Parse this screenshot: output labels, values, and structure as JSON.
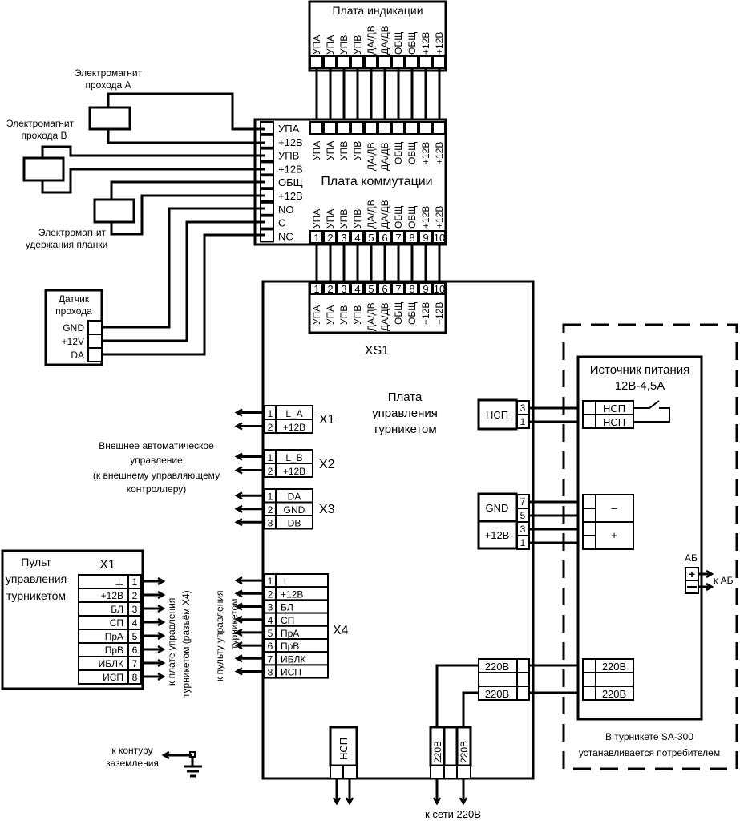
{
  "indication_board": {
    "title": "Плата индикации",
    "pins": [
      "УПА",
      "УПА",
      "УПВ",
      "УПВ",
      "ДА/ДВ",
      "ДА/ДВ",
      "ОБЩ",
      "ОБЩ",
      "+12В",
      "+12В"
    ]
  },
  "switch_board": {
    "title": "Плата коммутации",
    "left_pins": [
      "УПА",
      "+12В",
      "УПВ",
      "+12В",
      "ОБЩ",
      "+12В",
      "NO",
      "C",
      "NC"
    ],
    "top_pins": [
      "УПА",
      "УПА",
      "УПВ",
      "УПВ",
      "ДА/ДВ",
      "ДА/ДВ",
      "ОБЩ",
      "ОБЩ",
      "+12В",
      "+12В"
    ],
    "bottom_pins": [
      "УПА",
      "УПА",
      "УПВ",
      "УПВ",
      "ДА/ДВ",
      "ДА/ДВ",
      "ОБЩ",
      "ОБЩ",
      "+12В",
      "+12В"
    ],
    "numbers": [
      "1",
      "2",
      "3",
      "4",
      "5",
      "6",
      "7",
      "8",
      "9",
      "10"
    ]
  },
  "magnets": {
    "a": [
      "Электромагнит",
      "прохода А"
    ],
    "b": [
      "Электромагнит",
      "прохода В"
    ],
    "hold": [
      "Электромагнит",
      "удержания планки"
    ]
  },
  "sensor": {
    "title": [
      "Датчик",
      "прохода"
    ],
    "pins": [
      "GND",
      "+12V",
      "DA"
    ]
  },
  "control_board": {
    "title": [
      "Плата",
      "управления",
      "турникетом"
    ],
    "xs1": {
      "label": "XS1",
      "numbers": [
        "1",
        "2",
        "3",
        "4",
        "5",
        "6",
        "7",
        "8",
        "9",
        "10"
      ],
      "pins": [
        "УПА",
        "УПА",
        "УПВ",
        "УПВ",
        "ДА/ДВ",
        "ДА/ДВ",
        "ОБЩ",
        "ОБЩ",
        "+12В",
        "+12В"
      ]
    },
    "x1": {
      "label": "X1",
      "numbers": [
        "1",
        "2"
      ],
      "pins": [
        "L_A",
        "+12В"
      ]
    },
    "x2": {
      "label": "X2",
      "numbers": [
        "1",
        "2"
      ],
      "pins": [
        "L_B",
        "+12В"
      ]
    },
    "x3": {
      "label": "X3",
      "numbers": [
        "1",
        "2",
        "3"
      ],
      "pins": [
        "DA",
        "GND",
        "DB"
      ]
    },
    "x4": {
      "label": "X4",
      "numbers": [
        "1",
        "2",
        "3",
        "4",
        "5",
        "6",
        "7",
        "8"
      ],
      "pins": [
        "⊥",
        "+12В",
        "БЛ",
        "СП",
        "ПрА",
        "ПрВ",
        "ИБЛК",
        "ИСП"
      ]
    },
    "nsp": {
      "label": "НСП",
      "numbers": [
        "3",
        "1"
      ]
    },
    "power": {
      "gnd": "GND",
      "plus": "+12В",
      "numbers": [
        "7",
        "5",
        "3",
        "1"
      ]
    },
    "mains": {
      "labels": [
        "220В",
        "220В"
      ]
    },
    "bottom_nsp": "НСП",
    "bottom_mains": [
      "220В",
      "220В"
    ]
  },
  "external_control": [
    "Внешнее автоматическое",
    "управление",
    "(к внешнему управляющему",
    "контроллеру)"
  ],
  "x4_note": [
    "к пульту управления",
    "турникетом"
  ],
  "remote": {
    "title": [
      "Пульт",
      "управления",
      "турникетом"
    ],
    "connector": "X1",
    "pins": [
      "⊥",
      "+12В",
      "БЛ",
      "СП",
      "ПрА",
      "ПрВ",
      "ИБЛК",
      "ИСП"
    ],
    "numbers": [
      "1",
      "2",
      "3",
      "4",
      "5",
      "6",
      "7",
      "8"
    ],
    "note": [
      "к плате управления",
      "турникетом (разъём X4)"
    ]
  },
  "power_supply": {
    "title": [
      "Источник питания",
      "12В-4,5А"
    ],
    "nsp": [
      "НСП",
      "НСП"
    ],
    "minus": "–",
    "plus": "+",
    "mains": [
      "220В",
      "220В"
    ],
    "battery": "АБ",
    "battery_note": "к АБ",
    "note": [
      "В турникете SA-300",
      "устанавливается потребителем"
    ]
  },
  "ground_note": [
    "к контуру",
    "заземления"
  ],
  "mains_note": "к сети 220В"
}
